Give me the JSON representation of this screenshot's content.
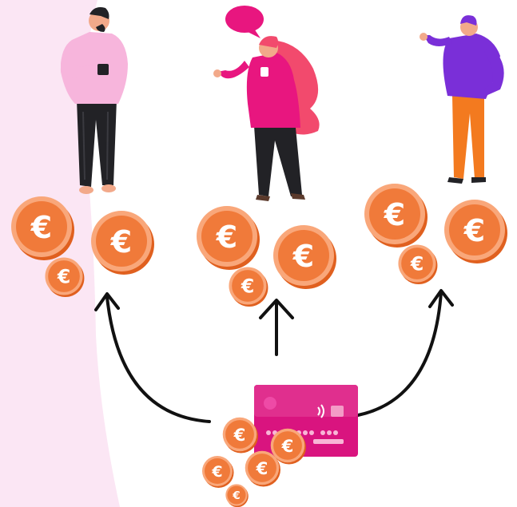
{
  "currency_symbol": "€",
  "colors": {
    "background": "#ffffff",
    "left_panel": "#fbe6f4",
    "coin_fill": "#f07a3a",
    "coin_rim": "#f9a77a",
    "coin_dark": "#e0601f",
    "card": "#d9147f",
    "card_light": "#ee4aa6",
    "arrow": "#111111",
    "person_left_shirt": "#f7b5dc",
    "person_middle": "#e8167f",
    "person_middle_hair": "#f24a6d",
    "person_right_shirt": "#7a2fd8",
    "person_right_pants": "#f37a1f",
    "pants_dark": "#222226",
    "skin": "#f2a98a"
  },
  "icons": [
    "person",
    "speech-bubble",
    "euro-coin",
    "bank-card",
    "contactless-icon",
    "arrow"
  ]
}
